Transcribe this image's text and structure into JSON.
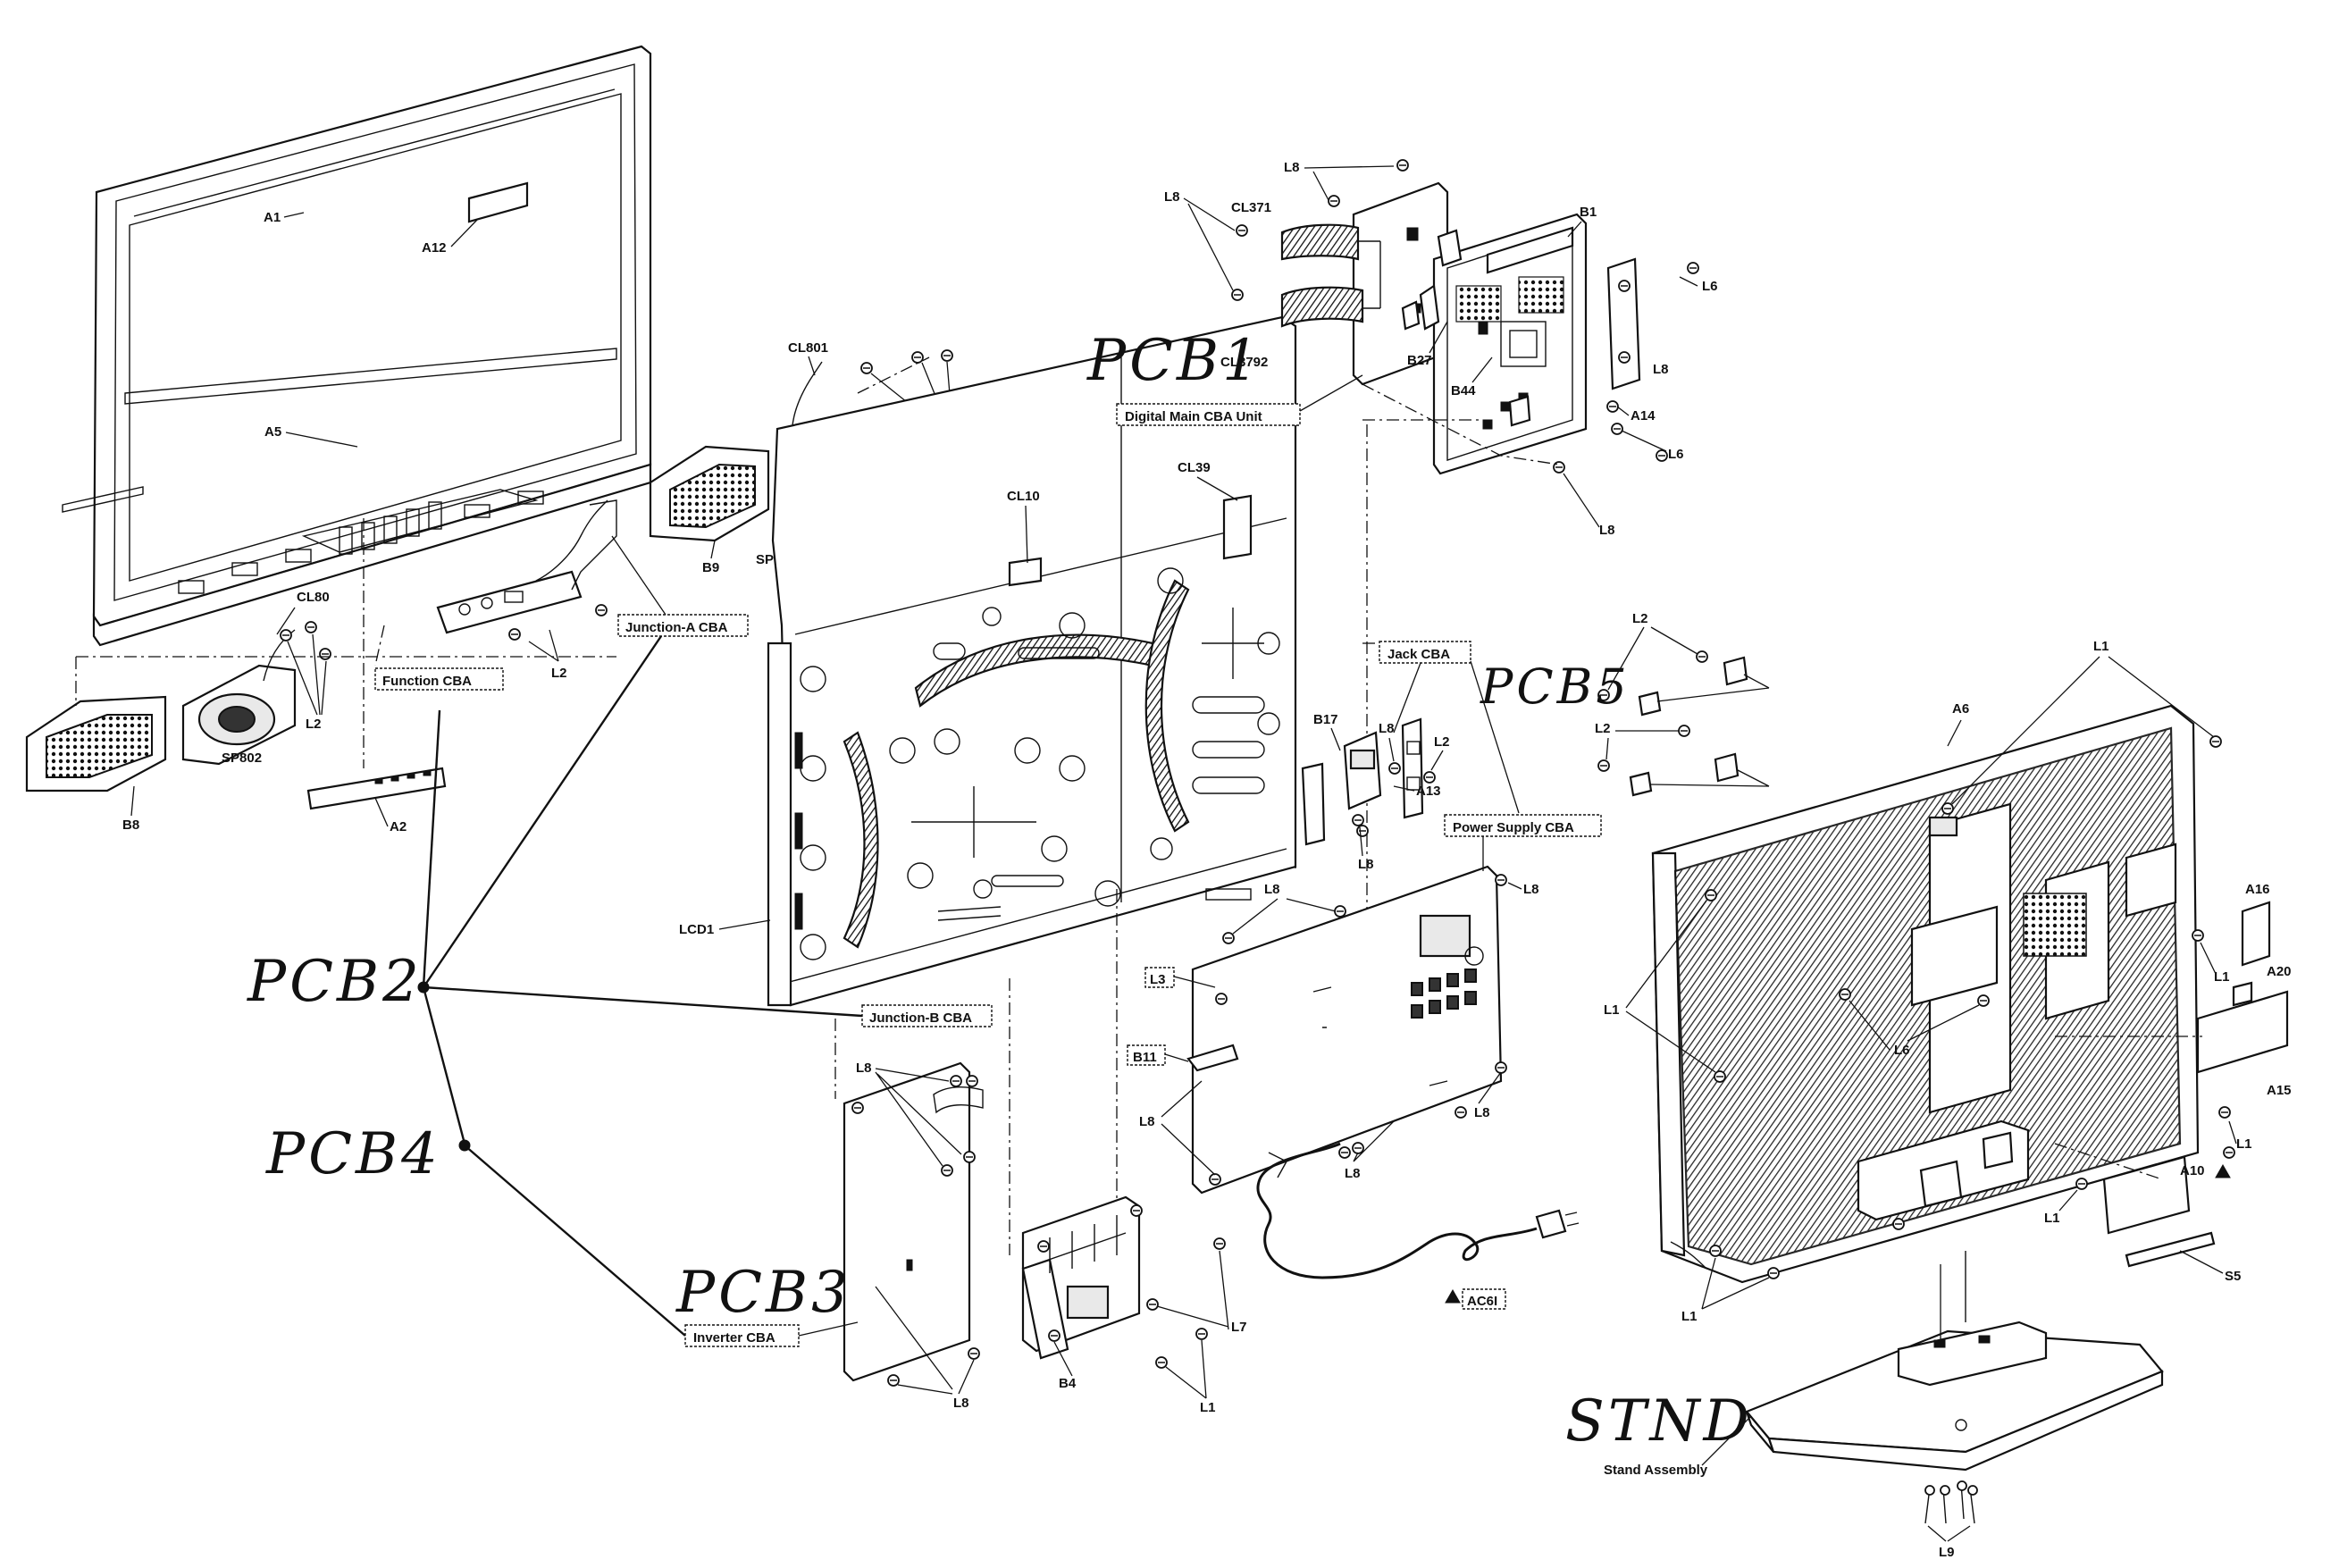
{
  "labels": {
    "A1": "A1",
    "A12": "A12",
    "A5": "A5",
    "A2": "A2",
    "A6": "A6",
    "A13": "A13",
    "A14": "A14",
    "A15": "A15",
    "A16": "A16",
    "A20": "A20",
    "A10": "A10",
    "S5": "S5",
    "B1": "B1",
    "B4": "B4",
    "B8": "B8",
    "B9": "B9",
    "B17": "B17",
    "B27": "B27",
    "B44": "B44",
    "CL801": "CL801",
    "CL80": "CL80",
    "CL10": "CL10",
    "CL39": "CL39",
    "CL371": "CL371",
    "CL3792": "CL3792",
    "SP801": "SP801",
    "SP802": "SP802",
    "LCD1": "LCD1",
    "L1": "L1",
    "L2": "L2",
    "L6": "L6",
    "L7": "L7",
    "L8": "L8",
    "L9": "L9"
  },
  "boxed_labels": {
    "digital_main": "Digital Main CBA Unit",
    "junction_a": "Junction-A CBA",
    "function": "Function CBA",
    "jack": "Jack CBA",
    "power_supply": "Power Supply CBA",
    "junction_b": "Junction-B CBA",
    "inverter": "Inverter CBA",
    "L3": "L3",
    "B11": "B11",
    "AC": "AC6I"
  },
  "handwritten": {
    "pcb1": "PCB1",
    "pcb2": "PCB2",
    "pcb3": "PCB3",
    "pcb4": "PCB4",
    "pcb5": "PCB5",
    "stnd": "STND"
  },
  "stand_caption": "Stand Assembly",
  "icons": [
    "warning-triangle-icon"
  ]
}
